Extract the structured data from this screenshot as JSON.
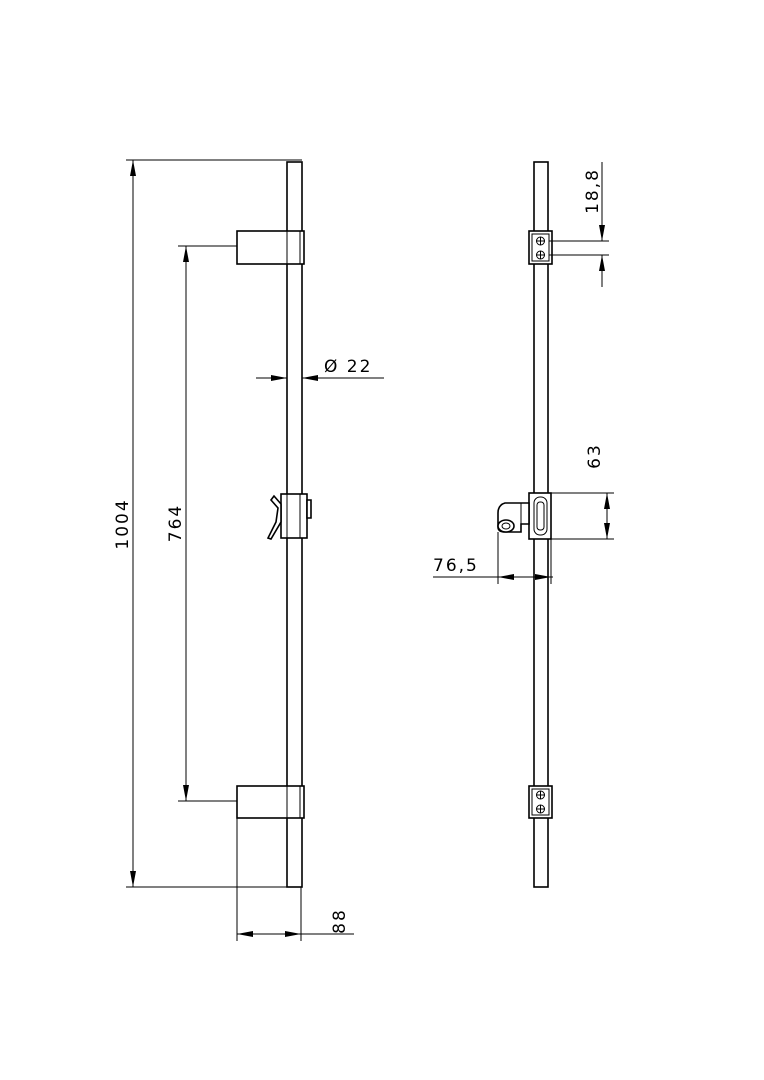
{
  "drawing": {
    "dimensions": {
      "overall_height": "1004",
      "bracket_spacing": "764",
      "rod_diameter": "Ø  22",
      "wall_projection": "88",
      "bracket_height": "18,8",
      "slider_height": "63",
      "slider_projection": "76,5"
    }
  }
}
